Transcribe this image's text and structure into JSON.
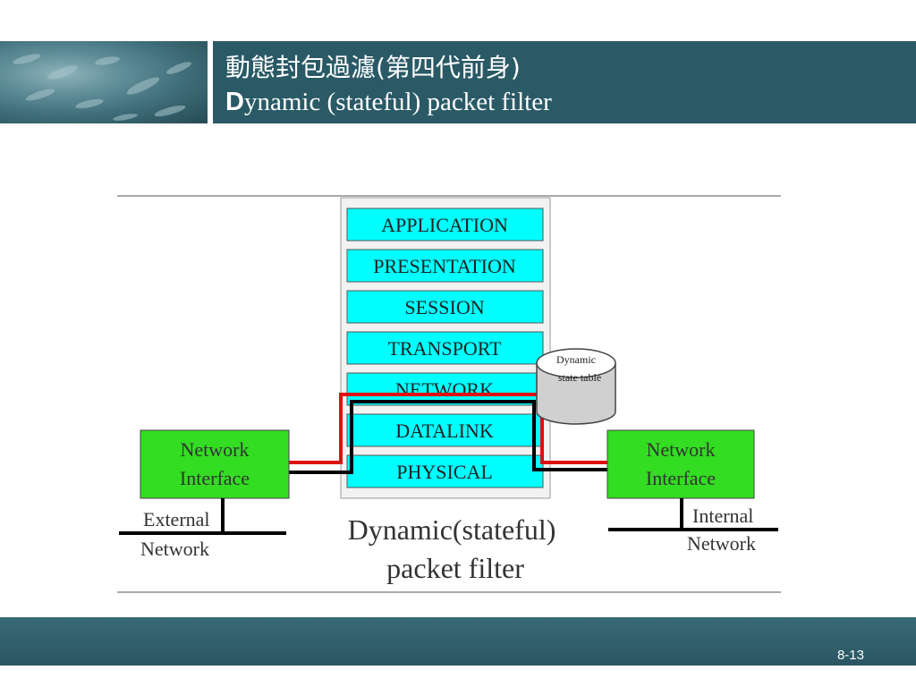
{
  "slide": {
    "title_zh": "動態封包過濾(第四代前身)",
    "title_en_first": "D",
    "title_en_rest": "ynamic (stateful) packet filter",
    "page_number": "8-13"
  },
  "diagram": {
    "layers": [
      "APPLICATION",
      "PRESENTATION",
      "SESSION",
      "TRANSPORT",
      "NETWORK",
      "DATALINK",
      "PHYSICAL"
    ],
    "state_table_line1": "Dynamic",
    "state_table_line2": "state table",
    "left_box_line1": "Network",
    "left_box_line2": "Interface",
    "right_box_line1": "Network",
    "right_box_line2": "Interface",
    "left_net_line1": "External",
    "left_net_line2": "Network",
    "right_net_line1": "Internal",
    "right_net_line2": "Network",
    "caption_line1": "Dynamic(stateful)",
    "caption_line2": "packet filter",
    "colors": {
      "layer_fill": "#00ffff",
      "box_fill": "#33dd22",
      "path_red": "#e01010",
      "path_black": "#000000"
    }
  }
}
